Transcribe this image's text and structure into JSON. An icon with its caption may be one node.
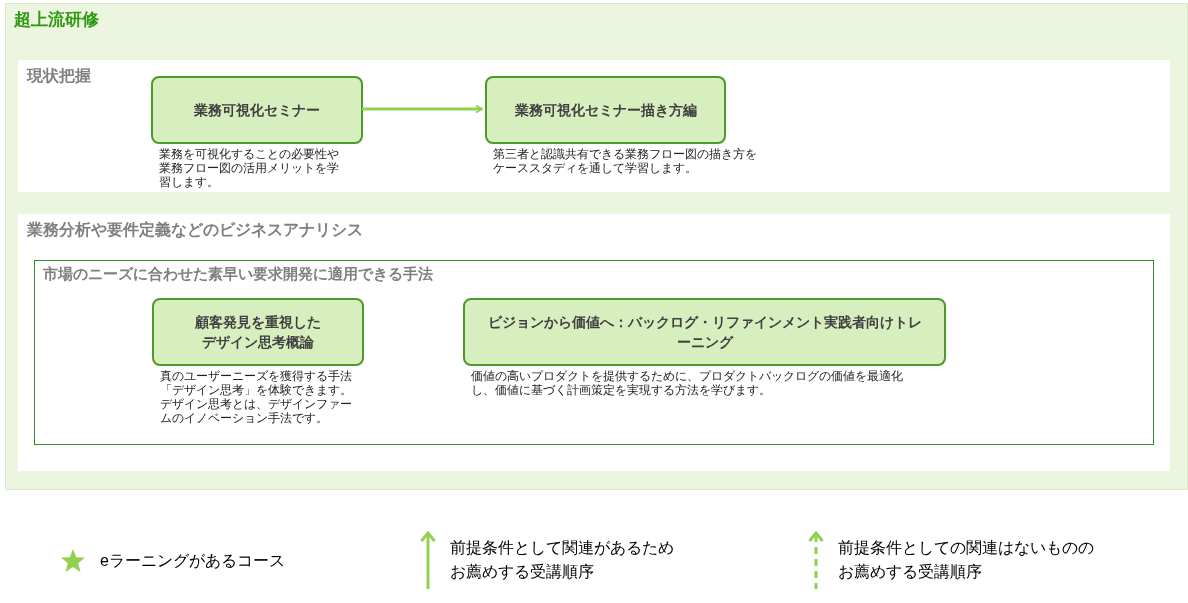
{
  "diagram": {
    "nodes": [
      {
        "text": [
          "超上流研修"
        ]
      },
      {
        "text": [
          "現状把握"
        ],
        "in": 0
      },
      {
        "text": [
          "業務可視化セミナー"
        ],
        "in": 1,
        "beside": [
          "業務を可視化することの必要性や業務フロー図の活用メリットを学習します。"
        ]
      },
      {
        "text": [
          "業務可視化セミナー描き方編"
        ],
        "in": 1,
        "beside": [
          "第三者と認識共有できる業務フロー図の描き方をケーススタディを通して学習します。"
        ]
      },
      {
        "text": [
          "業務分析や要件定義などのビジネスアナリシス"
        ],
        "in": 0
      },
      {
        "text": [
          "市場のニーズに合わせた素早い要求開発に適用できる手法"
        ],
        "in": 4
      },
      {
        "text": [
          "顧客発見を重視したデザイン思考概論"
        ],
        "in": 5,
        "beside": [
          "真のユーザーニーズを獲得する手法「デザイン思考」を体験できます。デザイン思考とは、デザインファームのイノベーション手法です。"
        ]
      },
      {
        "text": [
          "ビジョンから価値へ：バックログ・リファインメント実践者向けトレーニング"
        ],
        "in": 5,
        "beside": [
          "価値の高いプロダクトを提供するために、プロダクトバックログの価値を最適化し、価値に基づく計画策定を実現する方法を学びます。"
        ]
      }
    ],
    "edges": [
      {
        "from": 2,
        "to": 3,
        "arrow": "to"
      }
    ],
    "legend": [
      {
        "text": "eラーニングがあるコース"
      },
      {
        "text": "前提条件として関連があるためお薦めする受講順序"
      },
      {
        "text": "前提条件としての関連はないもののお薦めする受講順序"
      }
    ]
  }
}
